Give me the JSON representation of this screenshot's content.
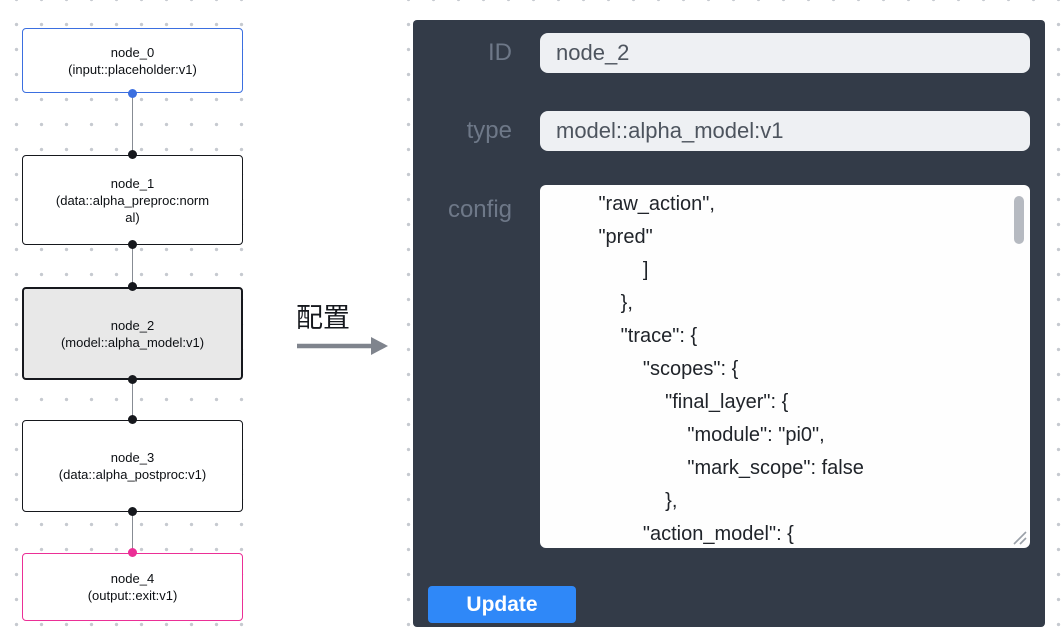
{
  "flowchart": {
    "nodes": [
      {
        "title": "node_0",
        "subtitle": "(input::placeholder:v1)"
      },
      {
        "title": "node_1",
        "subtitle": "(data::alpha_preproc:normal)"
      },
      {
        "title": "node_2",
        "subtitle": "(model::alpha_model:v1)"
      },
      {
        "title": "node_3",
        "subtitle": "(data::alpha_postproc:v1)"
      },
      {
        "title": "node_4",
        "subtitle": "(output::exit:v1)"
      }
    ]
  },
  "transition": {
    "label": "配置"
  },
  "config_panel": {
    "fields": {
      "id": {
        "label": "ID",
        "value": "node_2"
      },
      "type": {
        "label": "type",
        "value": "model::alpha_model:v1"
      },
      "config": {
        "label": "config",
        "value": "        \"raw_action\",\n        \"pred\"\n                ]\n            },\n            \"trace\": {\n                \"scopes\": {\n                    \"final_layer\": {\n                        \"module\": \"pi0\",\n                        \"mark_scope\": false\n                    },\n                \"action_model\": {"
      }
    },
    "update_button": "Update"
  },
  "colors": {
    "input_node_border": "#3b6fe0",
    "default_node_border": "#16181d",
    "selected_node_bg": "#e8e8e8",
    "output_node_border": "#eb2f96",
    "panel_bg": "#333b48",
    "update_button_bg": "#2f88f8"
  }
}
